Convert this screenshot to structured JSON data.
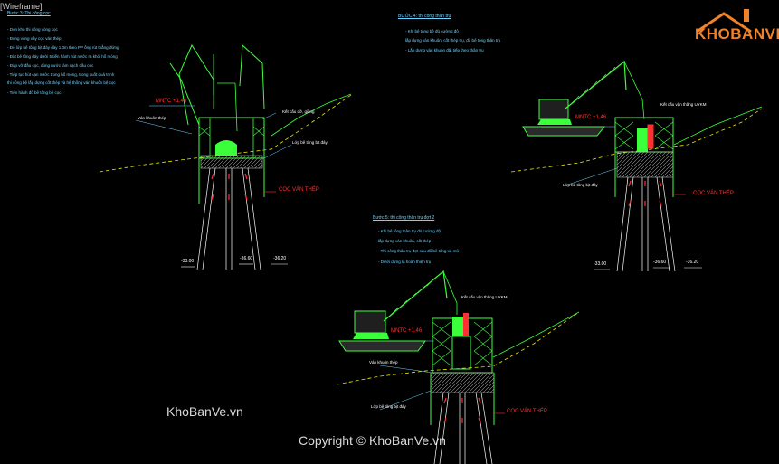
{
  "window": {
    "tab": "[Wireframe]"
  },
  "panel_left": {
    "title": "Bước 3: Thi công cọc",
    "notes": [
      "- Dọn khô thi công vòng cọc",
      "- Đóng vòng vây cọc ván thép",
      "- Đổ lớp bê tông bịt đáy dày 1.0m theo PP ống rút thẳng đứng",
      "- Đặt bê tông đáy dưới 5 tiến hành hút nước ra khỏi hố móng",
      "- Đập vỡ đầu cọc, dùng nước làm sạch đầu cọc",
      "- Tiếp tục hút cạn nước trong hố móng, trong suốt quá trình",
      "  thi công bệ lắp dựng cốt thép và hệ thống ván khuôn bệ cọc",
      "- Tiến hành đổ bê tông bệ cọc"
    ],
    "labels": {
      "water_level": "MNTC +1.46",
      "formwork": "Ván khuôn thép",
      "tie_beam": "Kết cấu đỡ, giằng",
      "sealing_concrete": "Lớp bê tông bịt đáy",
      "sheet_pile": "CỌC VÁN THÉP"
    },
    "elevations": [
      "-33.00",
      "-36.60",
      "-36.20"
    ]
  },
  "panel_right": {
    "title": "BƯỚC 4: thi công thân trụ",
    "notes": [
      "- Khi bê tông bệ đủ cường độ",
      "  lắp dựng ván khuôn, cốt thép trụ, đổ bê tông thân trụ",
      "- Lắp dựng ván khuôn đặt tiếp theo thân trụ"
    ],
    "labels": {
      "water_level": "MNTC +1.46",
      "tower": "Kết cấu vận thăng UYKM",
      "sealing_concrete": "Lớp bê tông bịt đáy",
      "sheet_pile": "CỌC VÁN THÉP"
    },
    "elevations": [
      "-33.00",
      "-36.60",
      "-36.20"
    ]
  },
  "panel_bottom": {
    "title": "Bước 5: thi công thân trụ đợt 2",
    "notes": [
      "- Khi bê tông thân trụ đủ cường độ",
      "  lắp dựng ván khuôn, cốt thép",
      "- Thi công thân trụ đợt sau đổ bê tông xà mũ",
      "- Dưới dựng là hoàn thiện trụ"
    ],
    "labels": {
      "water_level": "MNTC +1.46",
      "tower": "Kết cấu vận thăng UYKM",
      "formwork": "Ván khuôn thép",
      "sealing_concrete": "Lớp bê tông bịt đáy",
      "sheet_pile": "CỌC VÁN THÉP"
    }
  },
  "watermarks": {
    "logo": "KHOBANVE",
    "site": "KhoBanVe.vn",
    "copyright": "Copyright © KhoBanVe.vn"
  },
  "colors": {
    "cyan": "#6fd3ff",
    "green": "#3cff3c",
    "yellow": "#e8e800",
    "red": "#ff3030",
    "white": "#ffffff",
    "logo_orange": "#f0822a"
  }
}
